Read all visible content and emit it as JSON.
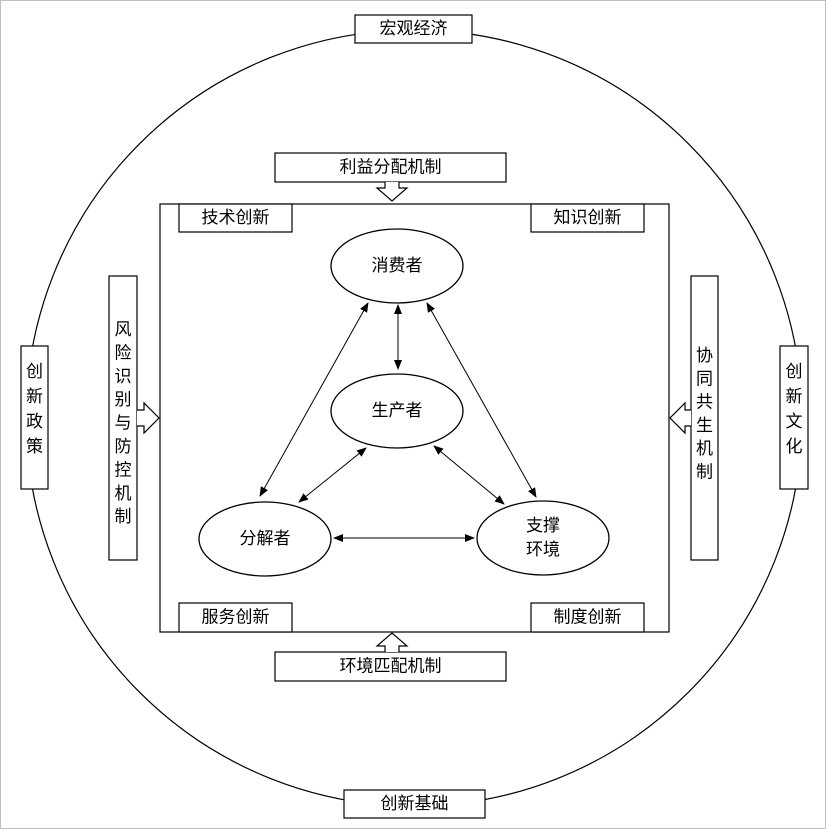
{
  "outer_ring": {
    "top": "宏观经济",
    "bottom": "创新基础",
    "left": "创新政策",
    "right": "创新文化"
  },
  "mechanisms": {
    "top": "利益分配机制",
    "bottom": "环境匹配机制",
    "left": "风险识别与防控机制",
    "right": "协同共生机制"
  },
  "corners": {
    "top_left": "技术创新",
    "top_right": "知识创新",
    "bottom_left": "服务创新",
    "bottom_right": "制度创新"
  },
  "nodes": {
    "consumer": "消费者",
    "producer": "生产者",
    "decomposer": "分解者",
    "support_line1": "支撑",
    "support_line2": "环境"
  },
  "colors": {
    "stroke": "#000000",
    "background": "#ffffff",
    "frame": "#bfbfbf"
  }
}
